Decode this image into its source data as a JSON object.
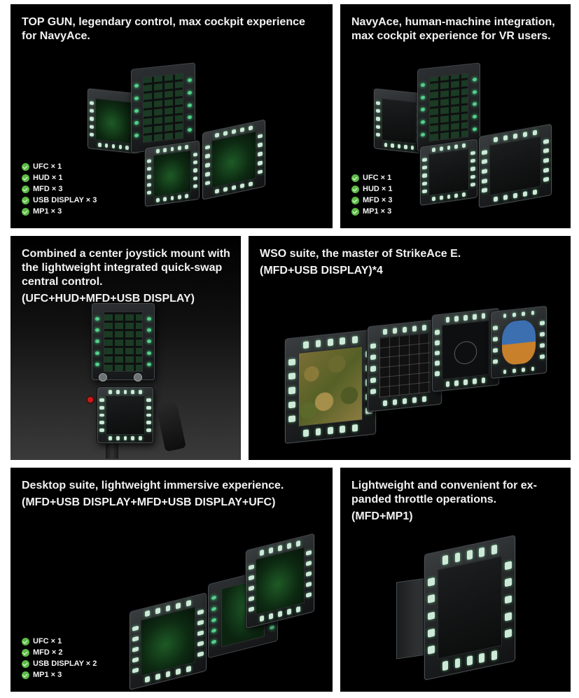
{
  "cards": [
    {
      "title_lines": [
        "TOP GUN, legendary control, max cockpit experience for NavyAce."
      ],
      "features": [
        "UFC × 1",
        "HUD × 1",
        "MFD × 3",
        "USB DISPLAY × 3",
        "MP1 × 3"
      ]
    },
    {
      "title_lines": [
        "NavyAce, human-machine integration, max cockpit experience for VR users."
      ],
      "features": [
        "UFC × 1",
        "HUD × 1",
        "MFD × 3",
        "MP1 × 3"
      ]
    },
    {
      "title_lines": [
        "Combined a center joystick mount with the lightweight integrated quick-swap central control.",
        "(UFC+HUD+MFD+USB DISPLAY)"
      ],
      "features": []
    },
    {
      "title_lines": [
        "WSO suite, the master of StrikeAce E.",
        "(MFD+USB DISPLAY)*4"
      ],
      "features": []
    },
    {
      "title_lines": [
        "Desktop suite, lightweight immersive experience.",
        "(MFD+USB DISPLAY+MFD+USB DISPLAY+UFC)"
      ],
      "features": [
        "UFC × 1",
        "MFD × 2",
        "USB DISPLAY × 2",
        "MP1 × 3"
      ]
    },
    {
      "title_lines": [
        "Lightweight and convenient for ex-panded throttle operations.",
        "(MFD+MP1)"
      ],
      "features": []
    }
  ],
  "colors": {
    "card_bg": "#000000",
    "page_bg": "#ffffff",
    "check": "#5dbb46",
    "button_glow": "#cfe9d9",
    "screen_green": "#1e5a26"
  },
  "icons": {
    "feature_bullet": "check-circle-icon"
  }
}
